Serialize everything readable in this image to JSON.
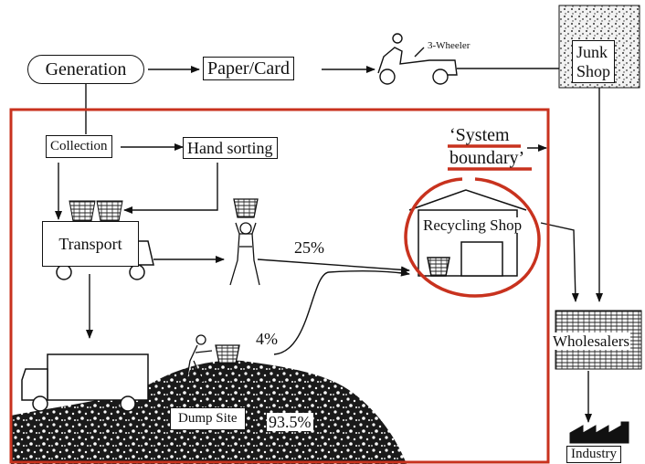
{
  "diagram": {
    "nodes": {
      "generation": "Generation",
      "paper_card": "Paper/Card",
      "three_wheeler": "3-Wheeler",
      "junk_shop_line1": "Junk",
      "junk_shop_line2": "Shop",
      "collection": "Collection",
      "hand_sorting": "Hand sorting",
      "transport": "Transport",
      "recycling_shop": "Recycling Shop",
      "wholesalers": "Wholesalers",
      "dump_site": "Dump Site",
      "industry": "Industry"
    },
    "annotations": {
      "system_boundary_line1": "‘System",
      "system_boundary_line2": "boundary’"
    },
    "flows": {
      "to_recycling_pct": "25%",
      "from_dump_pct": "4%",
      "dump_pct": "93.5%"
    },
    "colors": {
      "boundary": "#c8321e",
      "ink": "#111111"
    }
  }
}
